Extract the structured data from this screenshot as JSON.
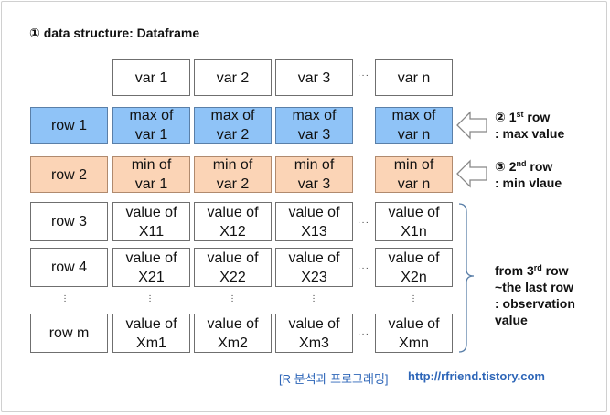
{
  "title": "① data structure:  Dataframe",
  "header_cells": [
    "var 1",
    "var 2",
    "var 3",
    "var n"
  ],
  "rows": [
    {
      "label": "row 1",
      "cells": [
        "max of\nvar 1",
        "max of\nvar 2",
        "max of\nvar 3",
        "max of\nvar n"
      ]
    },
    {
      "label": "row 2",
      "cells": [
        "min of\nvar 1",
        "min of\nvar 2",
        "min of\nvar 3",
        "min of\nvar n"
      ]
    },
    {
      "label": "row 3",
      "cells": [
        "value of\nX11",
        "value of\nX12",
        "value of\nX13",
        "value of\nX1n"
      ]
    },
    {
      "label": "row 4",
      "cells": [
        "value of\nX21",
        "value of\nX22",
        "value of\nX23",
        "value of\nX2n"
      ]
    },
    {
      "label": "row m",
      "cells": [
        "value of\nXm1",
        "value of\nXm2",
        "value of\nXm3",
        "value of\nXmn"
      ]
    }
  ],
  "ellipsis_h": "···",
  "ellipsis_v": "·\n·\n·",
  "notes": {
    "max": {
      "prefix": "② 1",
      "sup": "st",
      "suffix": " row",
      "line2": ": max  value"
    },
    "min": {
      "prefix": "③ 2",
      "sup": "nd",
      "suffix": " row",
      "line2": ": min  vlaue"
    },
    "obs": {
      "prefix": "from 3",
      "sup": "rd",
      "suffix": " row",
      "line2": "~the last row",
      "line3": ": observation",
      "line4": "value"
    }
  },
  "footer": {
    "left": "[R 분석과 프로그래밍]",
    "right": "http://rfriend.tistory.com"
  },
  "colors": {
    "max_row": "#8fc3f7",
    "min_row": "#fbd4b6",
    "footer_text": "#2e66b8"
  }
}
